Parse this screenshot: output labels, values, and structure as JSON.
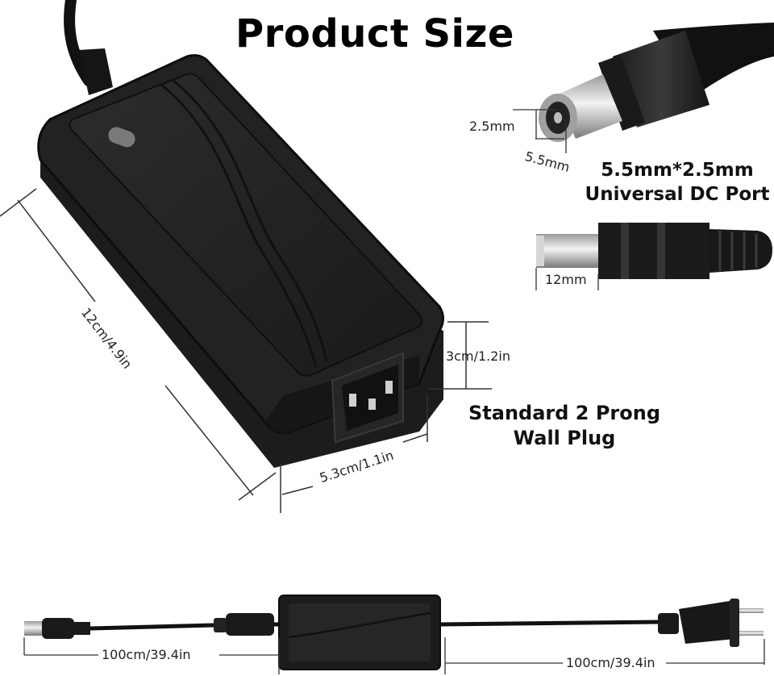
{
  "title": "Product Size",
  "dc_port": {
    "inner_diameter": "2.5mm",
    "outer_diameter": "5.5mm",
    "tip_length": "12mm",
    "label_line1": "5.5mm*2.5mm",
    "label_line2": "Universal DC Port"
  },
  "adapter": {
    "length": "12cm/4.9in",
    "height": "3cm/1.2in",
    "width": "5.3cm/1.1in"
  },
  "plug_label": {
    "line1": "Standard 2 Prong",
    "line2": "Wall Plug"
  },
  "cables": {
    "dc_cable_length": "100cm/39.4in",
    "ac_cable_length": "100cm/39.4in"
  }
}
